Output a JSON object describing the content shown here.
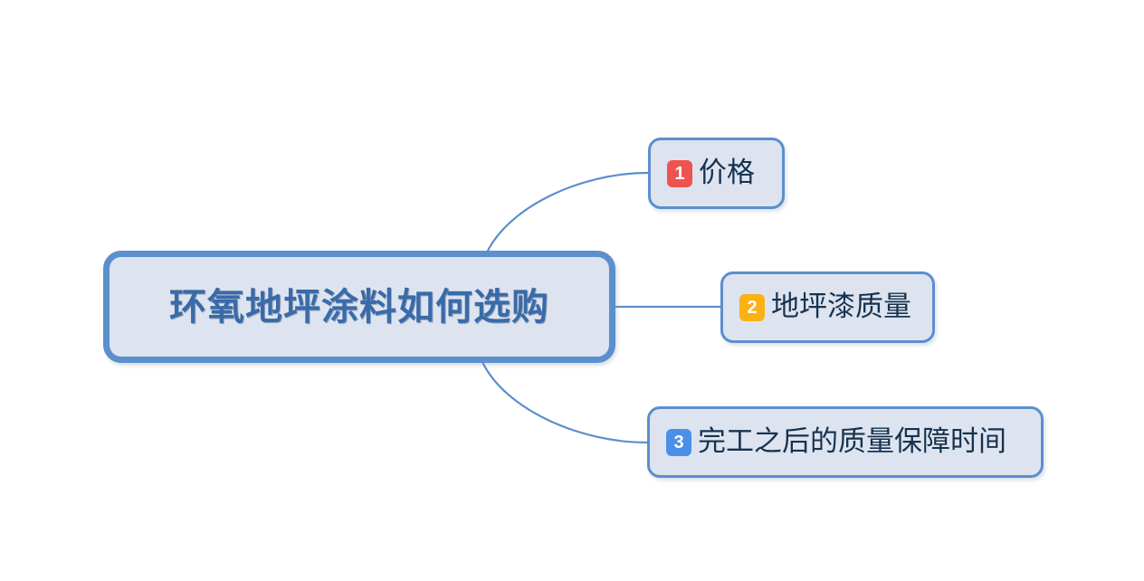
{
  "diagram": {
    "type": "mind-map",
    "title": "环氧地坪涂料如何选购",
    "root": {
      "label": "环氧地坪涂料如何选购",
      "fill_color": "#dde4ef",
      "border_color": "#5b8fcd",
      "text_color": "#3a6ba8"
    },
    "branches": [
      {
        "number": "1",
        "label": "价格",
        "badge_color": "#ef5350",
        "fill_color": "#dde4ef",
        "border_color": "#5b8fcd",
        "text_color": "#16324f",
        "connector": "curve-up"
      },
      {
        "number": "2",
        "label": "地坪漆质量",
        "badge_color": "#fbb014",
        "fill_color": "#dde4ef",
        "border_color": "#5b8fcd",
        "text_color": "#16324f",
        "connector": "straight"
      },
      {
        "number": "3",
        "label": "完工之后的质量保障时间",
        "badge_color": "#4a90e8",
        "fill_color": "#dde4ef",
        "border_color": "#5b8fcd",
        "text_color": "#16324f",
        "connector": "curve-down"
      }
    ],
    "connector_color": "#5b8fcd",
    "background_color": "#ffffff"
  }
}
